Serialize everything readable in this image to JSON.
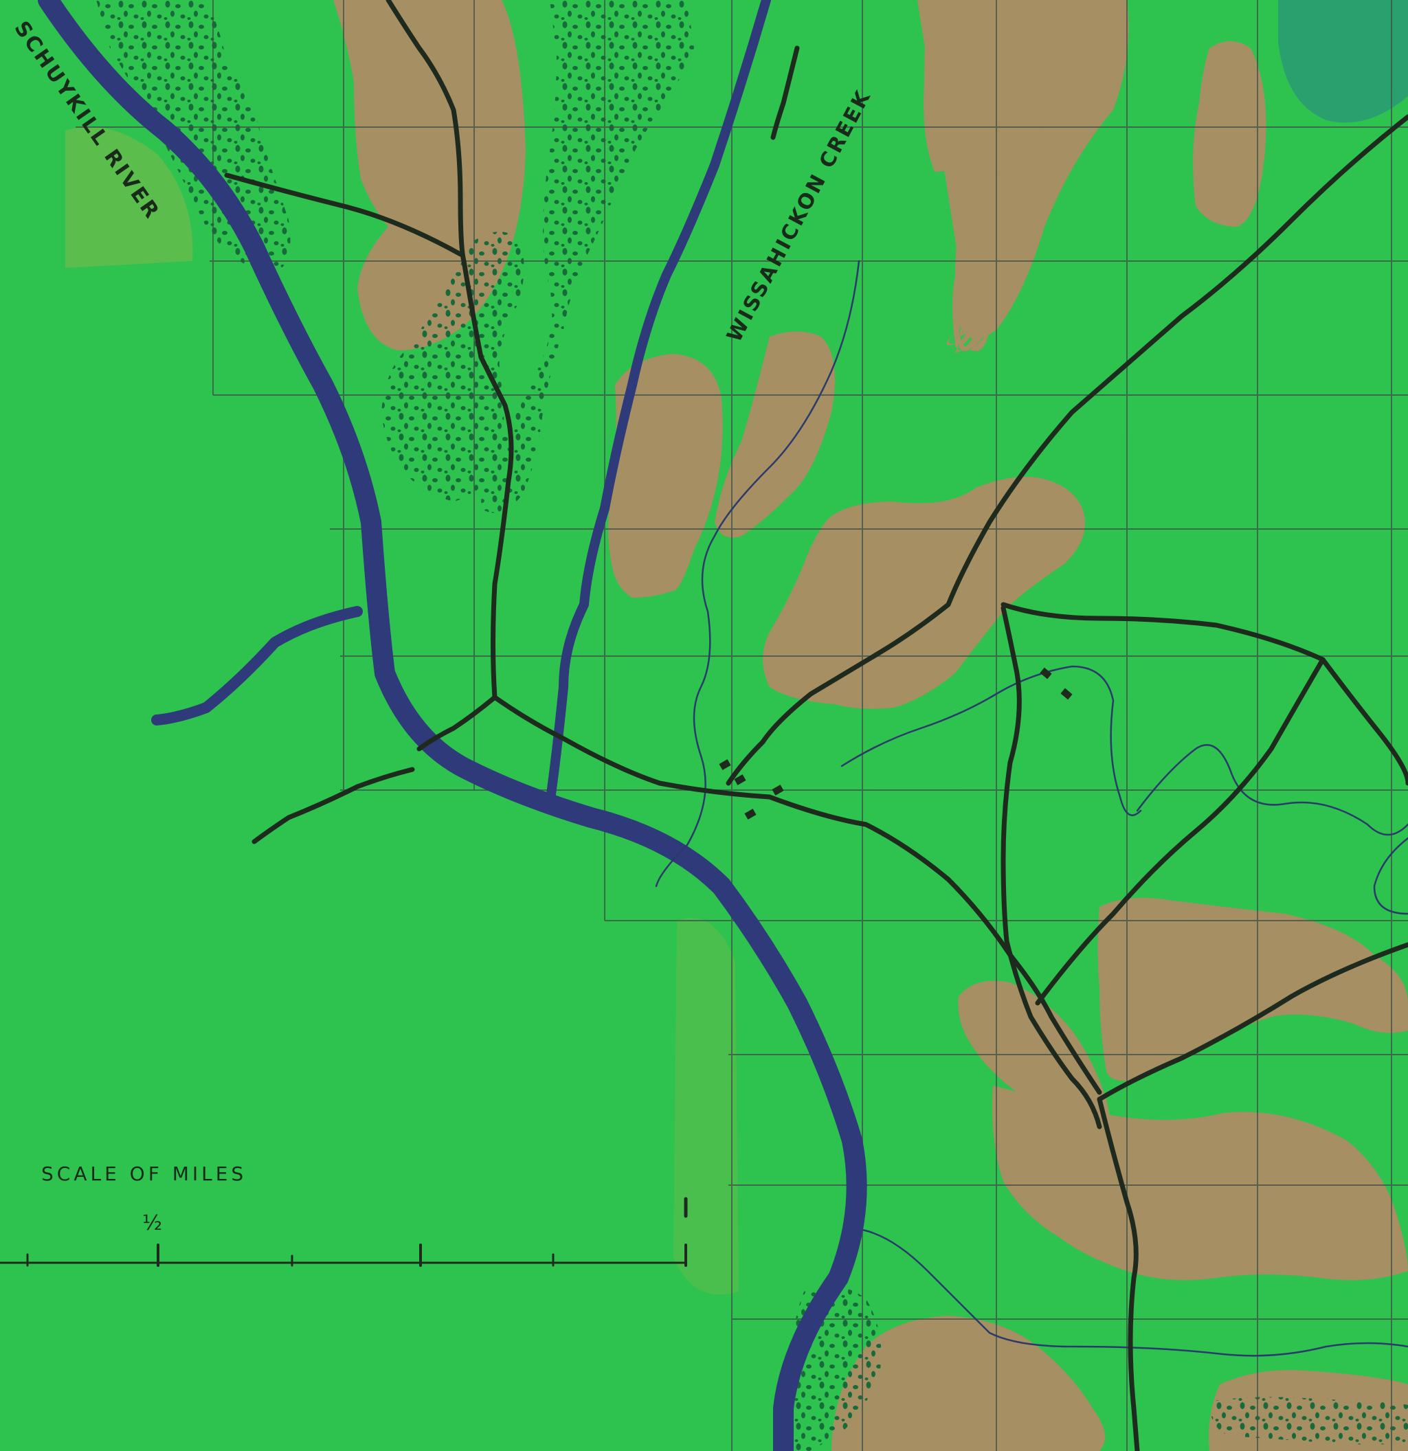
{
  "labels": {
    "schuylkill": "SCHUYKILL RIVER",
    "wissahickon": "WISSAHICKON CREEK"
  },
  "scale": {
    "title": "SCALE OF MILES",
    "half_label": "½"
  },
  "colors": {
    "land": "#2ec24f",
    "uplands": "#a68f63",
    "water": "#2f3a7a",
    "roads": "#1e2a1e",
    "grid": "#3f4f46",
    "woods": "#176a3a",
    "corner_water": "#2a9a74"
  }
}
